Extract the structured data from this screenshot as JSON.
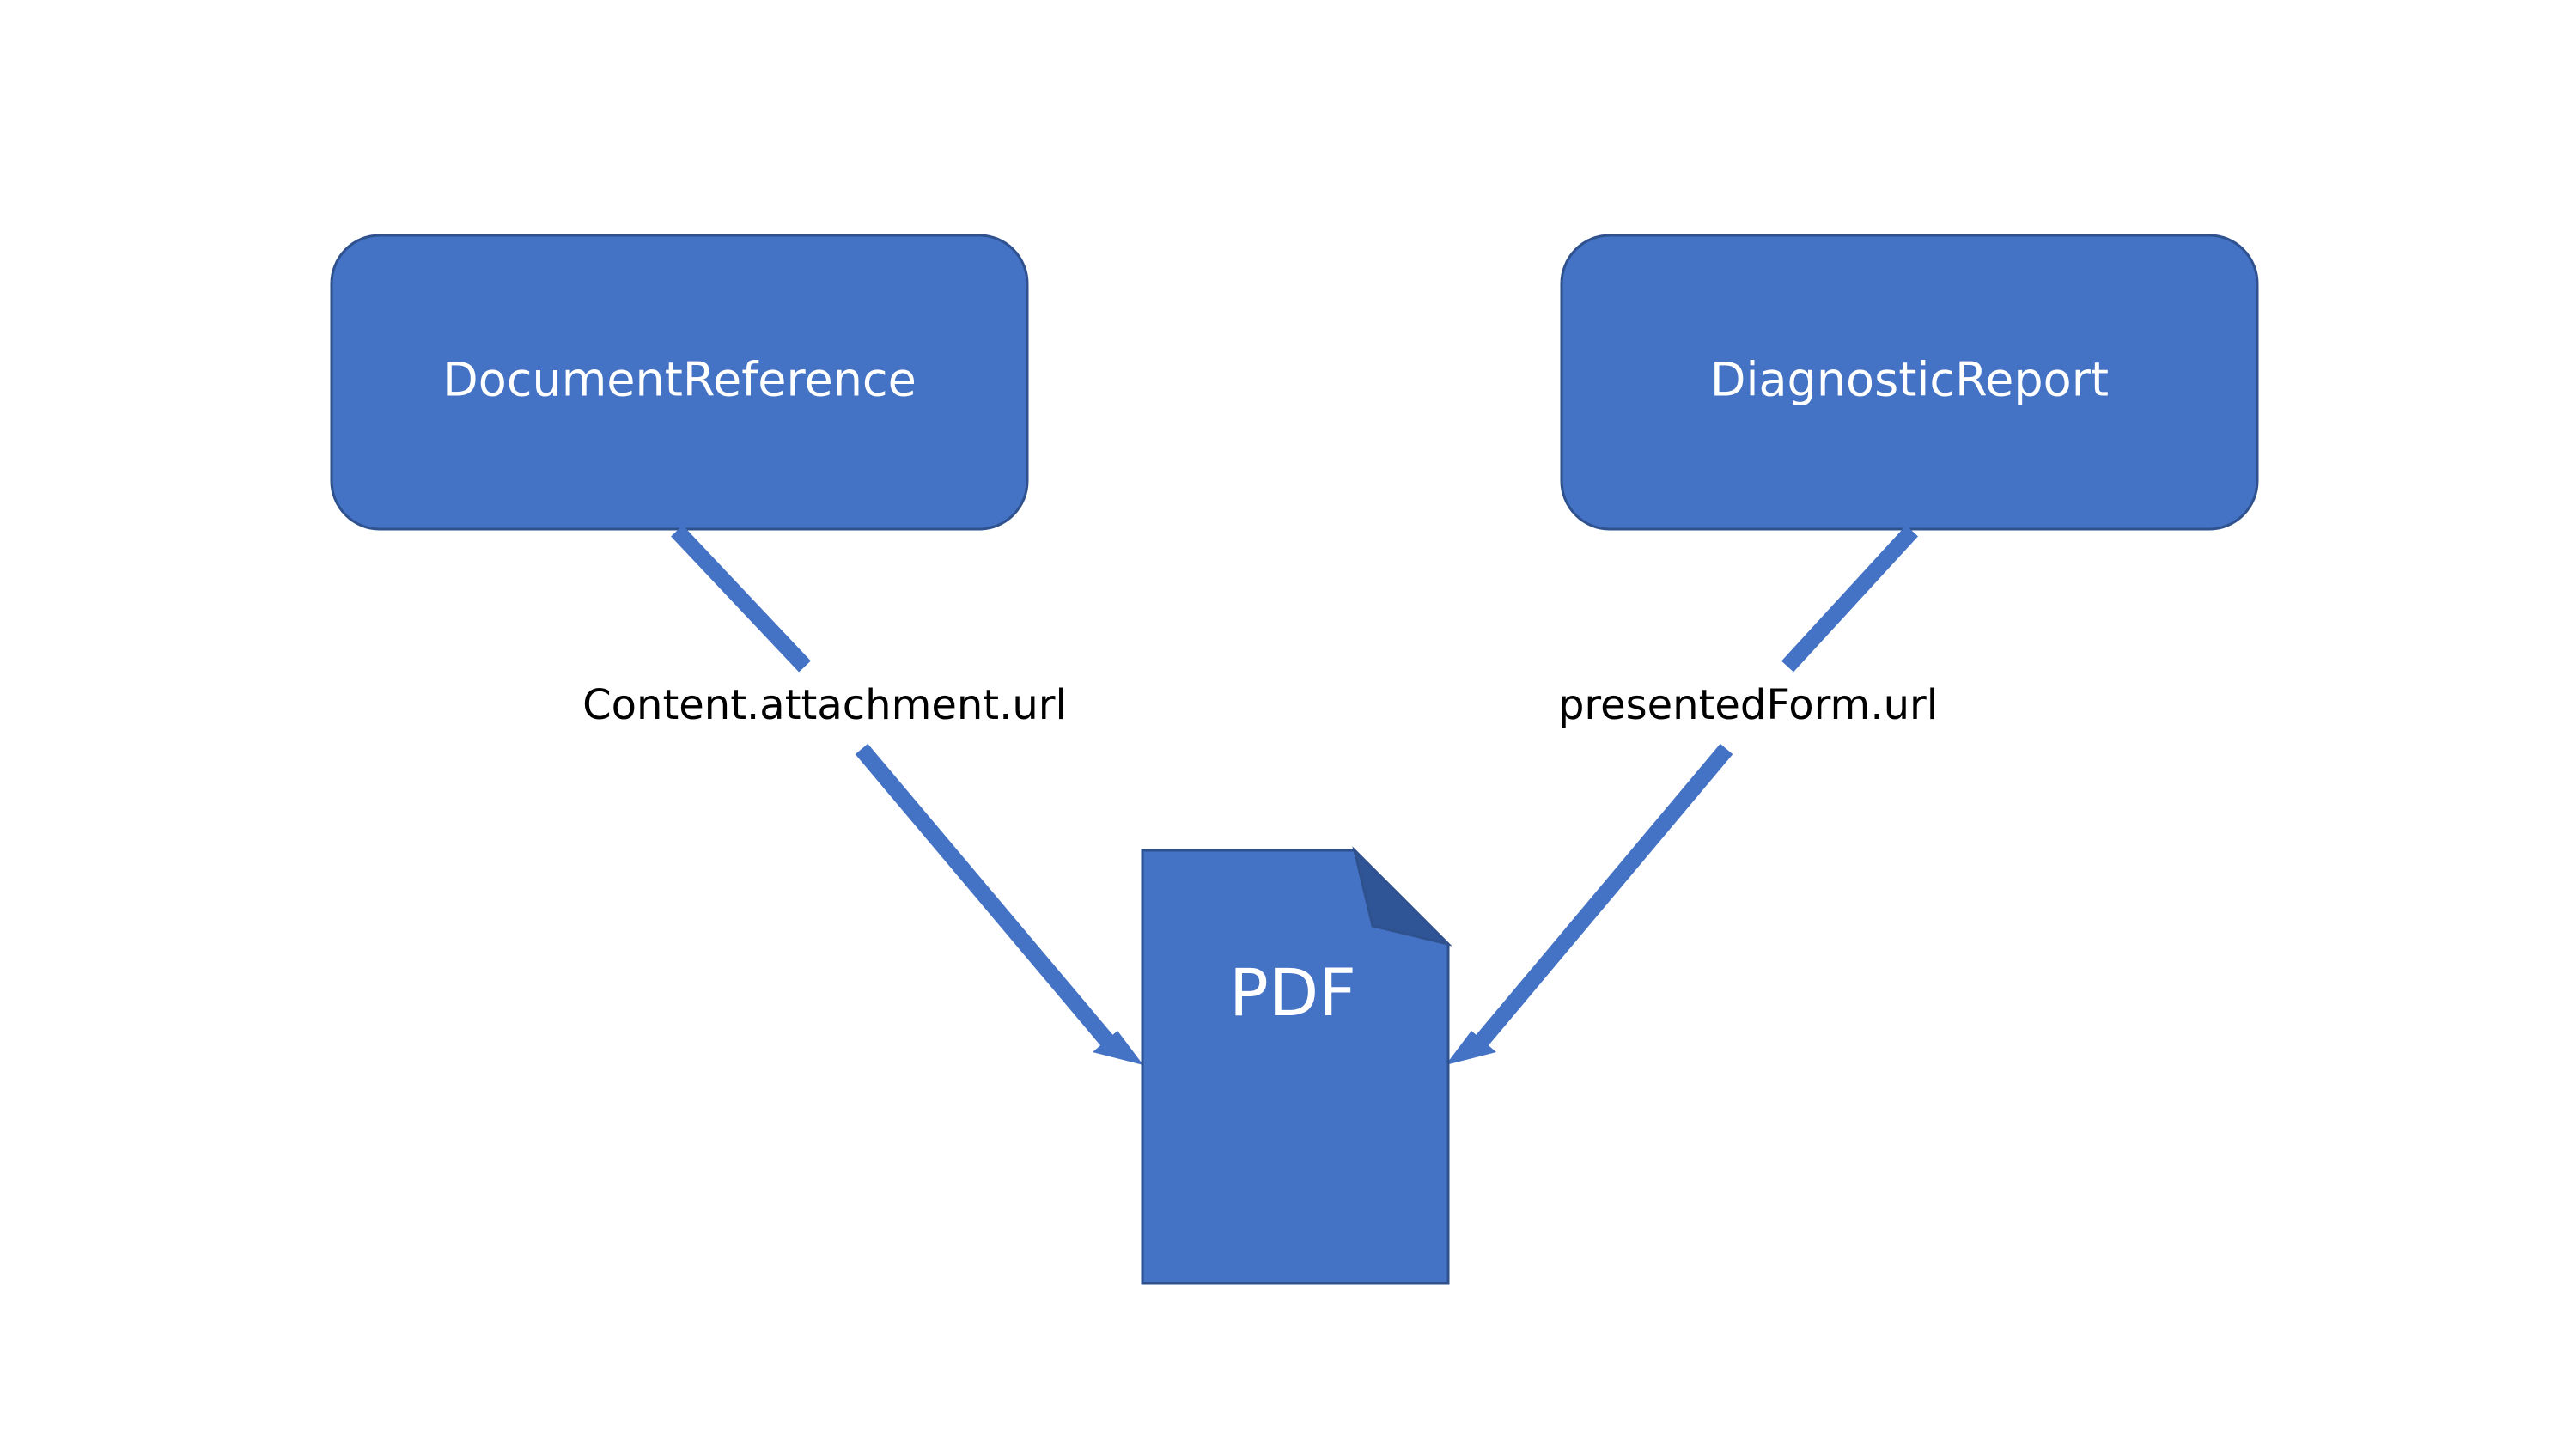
{
  "nodes": {
    "document_reference": {
      "label": "DocumentReference"
    },
    "diagnostic_report": {
      "label": "DiagnosticReport"
    },
    "pdf": {
      "label": "PDF"
    }
  },
  "edges": {
    "document_reference_to_pdf": {
      "label": "Content.attachment.url"
    },
    "diagnostic_report_to_pdf": {
      "label": "presentedForm.url"
    }
  },
  "colors": {
    "node_fill": "#4472c4",
    "node_border": "#2f528f",
    "fold_fill": "#2f5597",
    "arrow": "#4472c4",
    "node_text": "#ffffff",
    "edge_text": "#000000"
  }
}
